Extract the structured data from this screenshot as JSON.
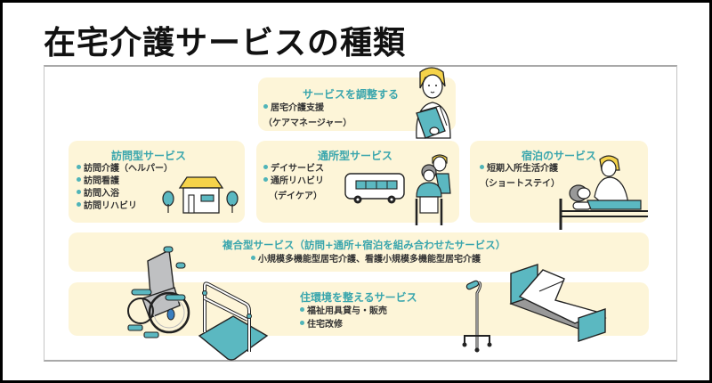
{
  "title": "在宅介護サービスの種類",
  "colors": {
    "accent_teal": "#3aa6ad",
    "box_bg": "#fdf5d8",
    "bullet": "#4fb4b8",
    "illustration_teal": "#5bb8c1",
    "hair_yellow": "#f5d34a"
  },
  "sections": {
    "coordination": {
      "title": "サービスを調整する",
      "items": [
        "居宅介護支援"
      ],
      "note": "（ケアマネージャー）",
      "illustration": "care-manager-holding-folder"
    },
    "visiting": {
      "title": "訪問型サービス",
      "items": [
        "訪問介護（ヘルパー）",
        "訪問看護",
        "訪問入浴",
        "訪問リハビリ"
      ],
      "illustration": "house-with-trees"
    },
    "daycare": {
      "title": "通所型サービス",
      "items": [
        "デイサービス",
        "通所リハビリ"
      ],
      "note": "（デイケア）",
      "illustration": "bus-and-wheelchair"
    },
    "overnight": {
      "title": "宿泊のサービス",
      "items": [
        "短期入所生活介護"
      ],
      "note": "（ショートステイ）",
      "illustration": "caregiver-and-bed"
    },
    "combined": {
      "title": "複合型サービス（訪問+通所+宿泊を組み合わせたサービス）",
      "items": [
        "小規模多機能型居宅介護、看護小規模多機能型居宅介護"
      ],
      "illustration": "wheelchair"
    },
    "environment": {
      "title": "住環境を整えるサービス",
      "items": [
        "福祉用具貸与・販売",
        "住宅改修"
      ],
      "illustration": "handrail-cane-bed"
    }
  }
}
